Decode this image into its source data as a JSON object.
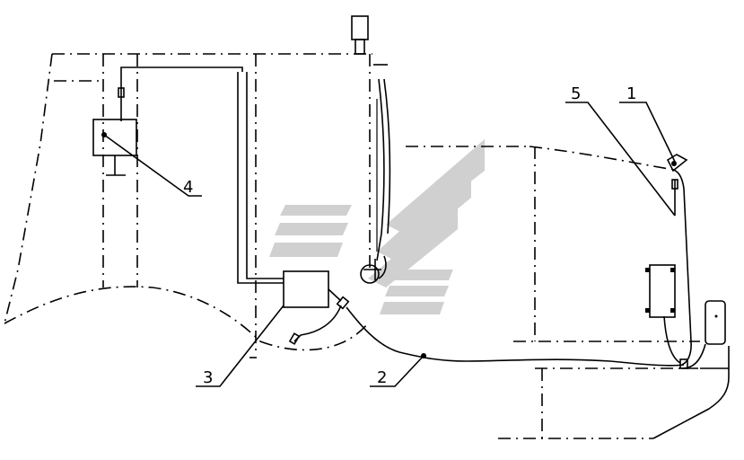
{
  "callouts": [
    {
      "id": "1",
      "label": "1"
    },
    {
      "id": "2",
      "label": "2"
    },
    {
      "id": "3",
      "label": "3"
    },
    {
      "id": "4",
      "label": "4"
    },
    {
      "id": "5",
      "label": "5"
    }
  ],
  "colors": {
    "line": "#000000",
    "watermark": "#c8c8c8",
    "background": "#ffffff"
  }
}
